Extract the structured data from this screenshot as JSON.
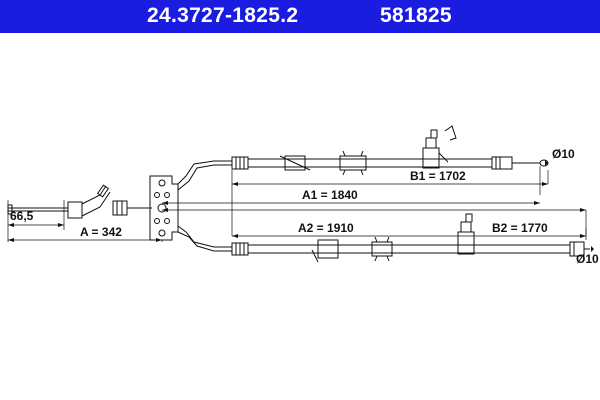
{
  "header": {
    "part_number": "24.3727-1825.2",
    "ref_number": "581825",
    "background": "#1a1de0",
    "text_color": "#ffffff"
  },
  "dimensions": {
    "a": "A = 342",
    "a_end": "66,5",
    "a1": "A1 = 1840",
    "b1": "B1 = 1702",
    "a2": "A2 = 1910",
    "b2": "B2 = 1770",
    "dia_upper": "Ø10",
    "dia_lower": "Ø10"
  }
}
